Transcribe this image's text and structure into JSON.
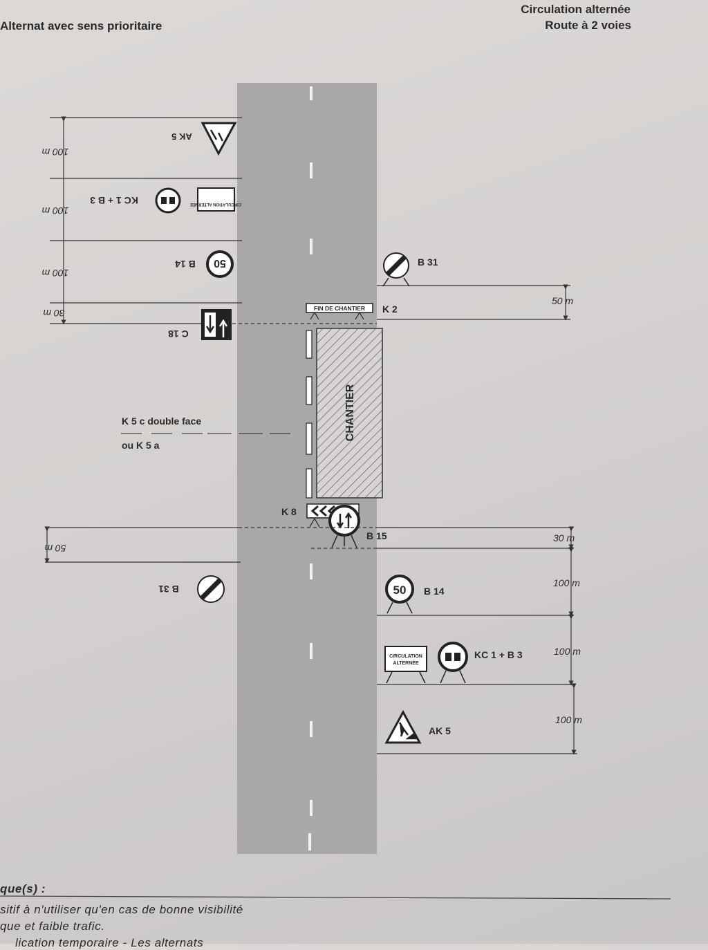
{
  "header": {
    "title_left": "Alternat avec sens prioritaire",
    "title_right_1": "Circulation alternée",
    "title_right_2": "Route à 2 voies"
  },
  "diagram": {
    "left_top": {
      "ak5_label": "AK 5",
      "kc1b3_label": "KC 1 + B 3",
      "b14_label": "B 14",
      "b14_sign": "50",
      "c18_label": "C 18",
      "circulation_sign": "CIRCULATION ALTERNÉE",
      "dist_1": "100 m",
      "dist_2": "100 m",
      "dist_3": "100 m",
      "dist_4": "30 m"
    },
    "right_top": {
      "b31_label": "B 31",
      "k2_label": "K 2",
      "k2_sign": "FIN DE CHANTIER",
      "dist": "50 m"
    },
    "worksite": {
      "label": "CHANTIER",
      "k5_label_1": "K 5 c double face",
      "k5_label_2": "ou K 5 a",
      "k8_label": "K 8",
      "b15_label": "B 15"
    },
    "left_bottom": {
      "b31_label": "B 31",
      "dist": "50 m"
    },
    "right_bottom": {
      "dist_30": "30 m",
      "b14_sign": "50",
      "b14_label": "B 14",
      "dist_1": "100 m",
      "circulation_sign_1": "CIRCULATION",
      "circulation_sign_2": "ALTERNÉE",
      "kc1b3_label": "KC 1 + B 3",
      "dist_2": "100 m",
      "ak5_label": "AK 5",
      "dist_3": "100 m"
    }
  },
  "notes": {
    "heading": "que(s) :",
    "line_1": "sitif à n'utiliser qu'en cas de bonne visibilité",
    "line_2": "que et faible trafic.",
    "line_3": "lication temporaire - Les alternats"
  }
}
